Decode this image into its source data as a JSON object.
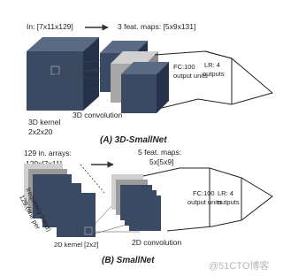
{
  "panel_a": {
    "input_label": "In: [7x11x129]",
    "maps_label": "3 feat. maps: [5x9x131]",
    "kernel_label_line1": "3D kernel",
    "kernel_label_line2": "2x2x20",
    "conv_label": "3D convolution",
    "fc_label_line1": "FC:100",
    "fc_label_line2": "output units",
    "lr_label_line1": "LR: 4",
    "lr_label_line2": "outputs",
    "caption": "(A) 3D-SmallNet"
  },
  "panel_b": {
    "input_label_line1": "129 in. arrays:",
    "input_label_line2": "129x[7x11]",
    "maps_label_line1": "5 feat. maps:",
    "maps_label_line2": "5x[5x9]",
    "side_label_line1": "129 (one per",
    "side_label_line2": "frequency band)",
    "kernel_label": "2D kernel [2x2]",
    "conv_label": "2D convolution",
    "fc_label_line1": "FC:100",
    "fc_label_line2": "output units",
    "lr_label_line1": "LR: 4",
    "lr_label_line2": "outputs",
    "caption": "(B) SmallNet"
  },
  "watermark": "@51CTO博客",
  "colors": {
    "block_front": "#3b4a63",
    "block_top": "#5a6a85",
    "block_side": "#26324a",
    "block_gray": "#9a9a9a",
    "block_gray_light": "#d0d0d0",
    "line": "#333333"
  }
}
